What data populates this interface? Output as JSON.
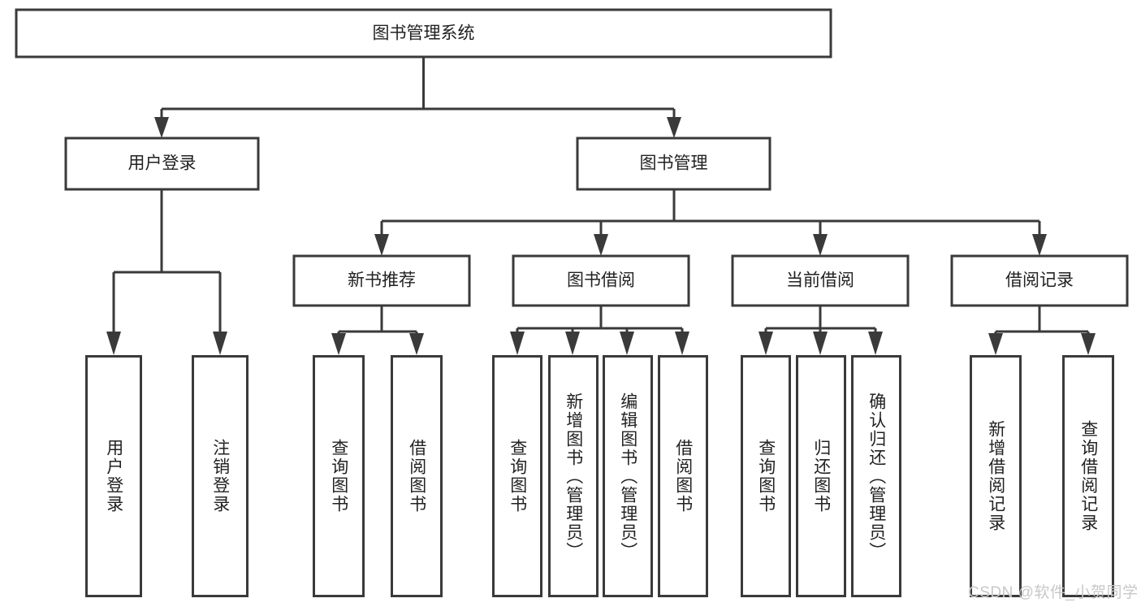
{
  "diagram": {
    "type": "tree-hierarchy",
    "title": "图书管理系统",
    "watermark": "CSDN @软件_小贺同学",
    "colors": {
      "stroke": "#3a3a3a",
      "fill": "#ffffff",
      "text": "#222222",
      "watermark": "#c8c8c8"
    },
    "root": {
      "label": "图书管理系统"
    },
    "level2": [
      {
        "label": "用户登录"
      },
      {
        "label": "图书管理"
      }
    ],
    "level3": [
      {
        "label": "新书推荐"
      },
      {
        "label": "图书借阅"
      },
      {
        "label": "当前借阅"
      },
      {
        "label": "借阅记录"
      }
    ],
    "leaves": {
      "user_login": [
        {
          "label": "用户登录"
        },
        {
          "label": "注销登录"
        }
      ],
      "new_book_recommend": [
        {
          "label": "查询图书"
        },
        {
          "label": "借阅图书"
        }
      ],
      "book_borrow": [
        {
          "label": "查询图书"
        },
        {
          "label": "新增图书（管理员）"
        },
        {
          "label": "编辑图书（管理员）"
        },
        {
          "label": "借阅图书"
        }
      ],
      "current_borrow": [
        {
          "label": "查询图书"
        },
        {
          "label": "归还图书"
        },
        {
          "label": "确认归还（管理员）"
        }
      ],
      "borrow_record": [
        {
          "label": "新增借阅记录"
        },
        {
          "label": "查询借阅记录"
        }
      ]
    }
  }
}
